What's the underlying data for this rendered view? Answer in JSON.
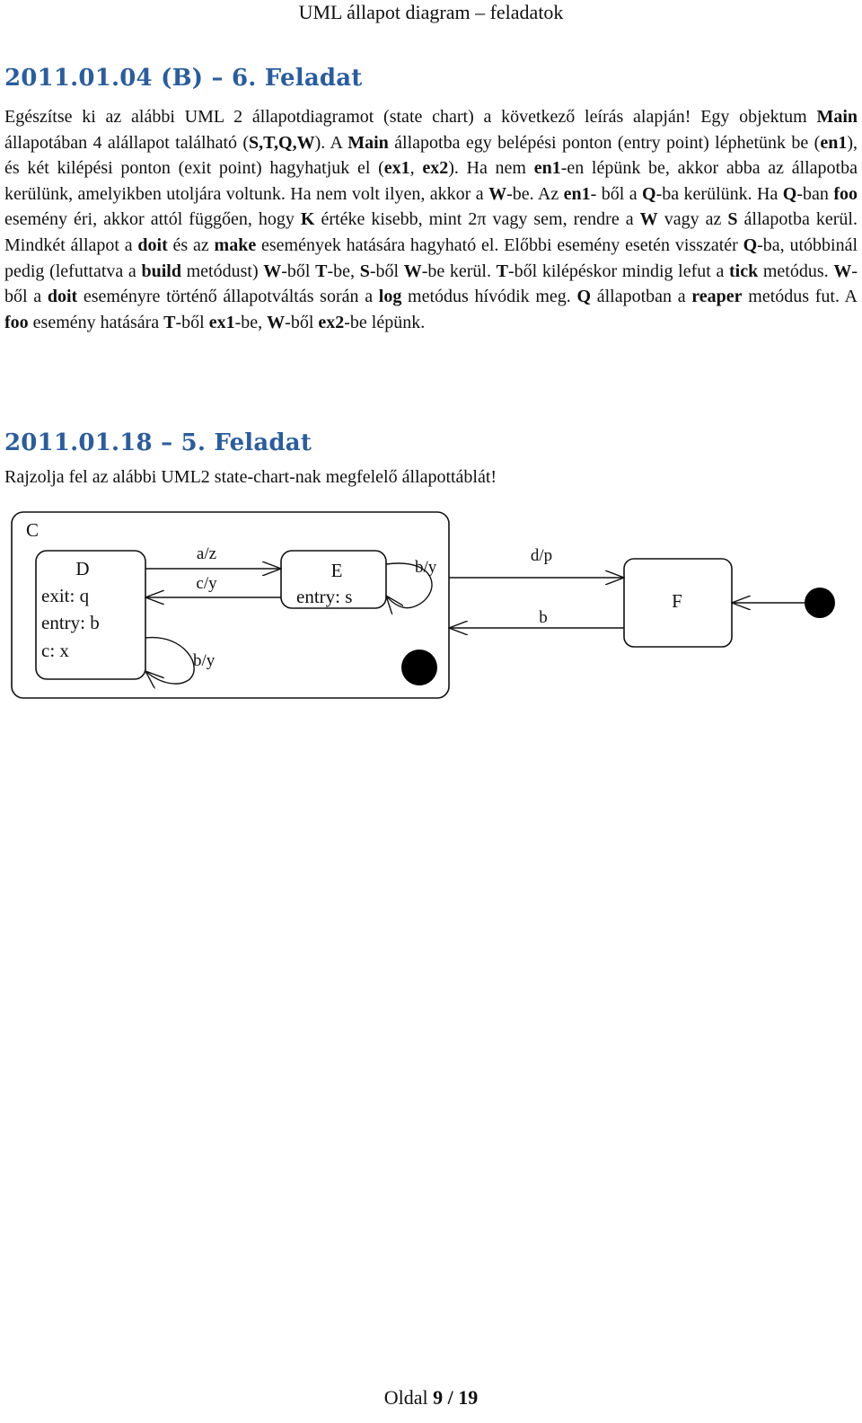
{
  "header": {
    "title": "UML állapot diagram – feladatok"
  },
  "task1": {
    "title": "2011.01.04 (B) – 6. Feladat",
    "paragraph": [
      {
        "t": "Egészítse ki az alábbi UML 2 állapotdiagramot (state chart) a következő leírás alapján! Egy objektum "
      },
      {
        "t": "Main",
        "b": true
      },
      {
        "t": " állapotában 4 alállapot található ("
      },
      {
        "t": "S,T,Q,W",
        "b": true
      },
      {
        "t": "). A "
      },
      {
        "t": "Main",
        "b": true
      },
      {
        "t": " állapotba egy belépési ponton (entry point) léphetünk be ("
      },
      {
        "t": "en1",
        "b": true
      },
      {
        "t": "), és két kilépési ponton (exit point) hagyhatjuk el ("
      },
      {
        "t": "ex1",
        "b": true
      },
      {
        "t": ", "
      },
      {
        "t": "ex2",
        "b": true
      },
      {
        "t": "). Ha nem "
      },
      {
        "t": "en1",
        "b": true
      },
      {
        "t": "-en lépünk be, akkor abba az állapotba kerülünk, amelyikben utoljára voltunk. Ha nem volt ilyen, akkor a "
      },
      {
        "t": "W",
        "b": true
      },
      {
        "t": "-be. Az "
      },
      {
        "t": "en1",
        "b": true
      },
      {
        "t": "- ből a "
      },
      {
        "t": "Q",
        "b": true
      },
      {
        "t": "-ba kerülünk. Ha "
      },
      {
        "t": "Q",
        "b": true
      },
      {
        "t": "-ban "
      },
      {
        "t": "foo",
        "b": true
      },
      {
        "t": " esemény éri, akkor attól függően, hogy "
      },
      {
        "t": "K",
        "b": true
      },
      {
        "t": " értéke kisebb, mint 2π vagy sem, rendre a "
      },
      {
        "t": "W",
        "b": true
      },
      {
        "t": " vagy az "
      },
      {
        "t": "S",
        "b": true
      },
      {
        "t": " állapotba kerül. Mindkét állapot a "
      },
      {
        "t": "doit",
        "b": true
      },
      {
        "t": " és az "
      },
      {
        "t": "make",
        "b": true
      },
      {
        "t": " események hatására hagyható el. Előbbi esemény esetén visszatér "
      },
      {
        "t": "Q",
        "b": true
      },
      {
        "t": "-ba, utóbbinál pedig (lefuttatva a "
      },
      {
        "t": "build",
        "b": true
      },
      {
        "t": " metódust) "
      },
      {
        "t": "W",
        "b": true
      },
      {
        "t": "-ből "
      },
      {
        "t": "T",
        "b": true
      },
      {
        "t": "-be, "
      },
      {
        "t": "S",
        "b": true
      },
      {
        "t": "-ből "
      },
      {
        "t": "W",
        "b": true
      },
      {
        "t": "-be kerül. "
      },
      {
        "t": "T",
        "b": true
      },
      {
        "t": "-ből kilépéskor mindig lefut a "
      },
      {
        "t": "tick",
        "b": true
      },
      {
        "t": " metódus. "
      },
      {
        "t": "W",
        "b": true
      },
      {
        "t": "-ből a "
      },
      {
        "t": "doit",
        "b": true
      },
      {
        "t": " eseményre történő állapotváltás során a "
      },
      {
        "t": "log",
        "b": true
      },
      {
        "t": " metódus hívódik meg. "
      },
      {
        "t": "Q",
        "b": true
      },
      {
        "t": " állapotban a "
      },
      {
        "t": "reaper",
        "b": true
      },
      {
        "t": " metódus fut. A "
      },
      {
        "t": "foo",
        "b": true
      },
      {
        "t": " esemény hatására "
      },
      {
        "t": "T",
        "b": true
      },
      {
        "t": "-ből "
      },
      {
        "t": "ex1",
        "b": true
      },
      {
        "t": "-be, "
      },
      {
        "t": "W",
        "b": true
      },
      {
        "t": "-ből "
      },
      {
        "t": "ex2",
        "b": true
      },
      {
        "t": "-be lépünk."
      }
    ]
  },
  "task2": {
    "title": "2011.01.18 – 5. Feladat",
    "paragraph": "Rajzolja fel az alábbi UML2 state-chart-nak megfelelő állapottáblát!"
  },
  "diagram": {
    "outer_state": "C",
    "state_d": {
      "name": "D",
      "lines": [
        "exit: q",
        "entry: b",
        "c: x"
      ]
    },
    "state_e": {
      "name": "E",
      "lines": [
        "entry: s"
      ]
    },
    "state_f": {
      "name": "F"
    },
    "transitions": {
      "d_to_e": "a/z",
      "e_to_d": "c/y",
      "d_self": "b/y",
      "e_self": "b/y",
      "c_to_f": "d/p",
      "f_to_c": "b"
    }
  },
  "footer": {
    "prefix": "Oldal ",
    "page": "9",
    "sep": " / ",
    "total": "19"
  }
}
